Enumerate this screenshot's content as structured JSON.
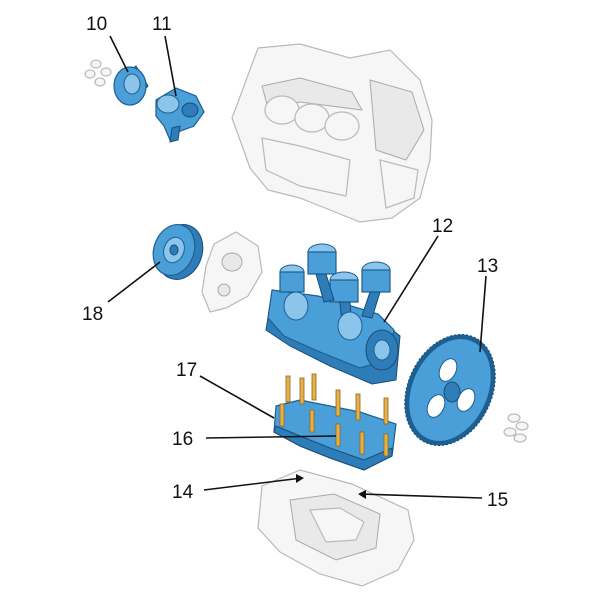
{
  "callouts": [
    {
      "id": "10",
      "label": "10"
    },
    {
      "id": "11",
      "label": "11"
    },
    {
      "id": "12",
      "label": "12"
    },
    {
      "id": "13",
      "label": "13"
    },
    {
      "id": "14",
      "label": "14"
    },
    {
      "id": "15",
      "label": "15"
    },
    {
      "id": "16",
      "label": "16"
    },
    {
      "id": "17",
      "label": "17"
    },
    {
      "id": "18",
      "label": "18"
    }
  ],
  "colors": {
    "highlighted_part": "#4a9fd8",
    "ghosted_part": "#f6f6f6",
    "bolts": "#e8b04a",
    "leader_lines": "#111111"
  }
}
